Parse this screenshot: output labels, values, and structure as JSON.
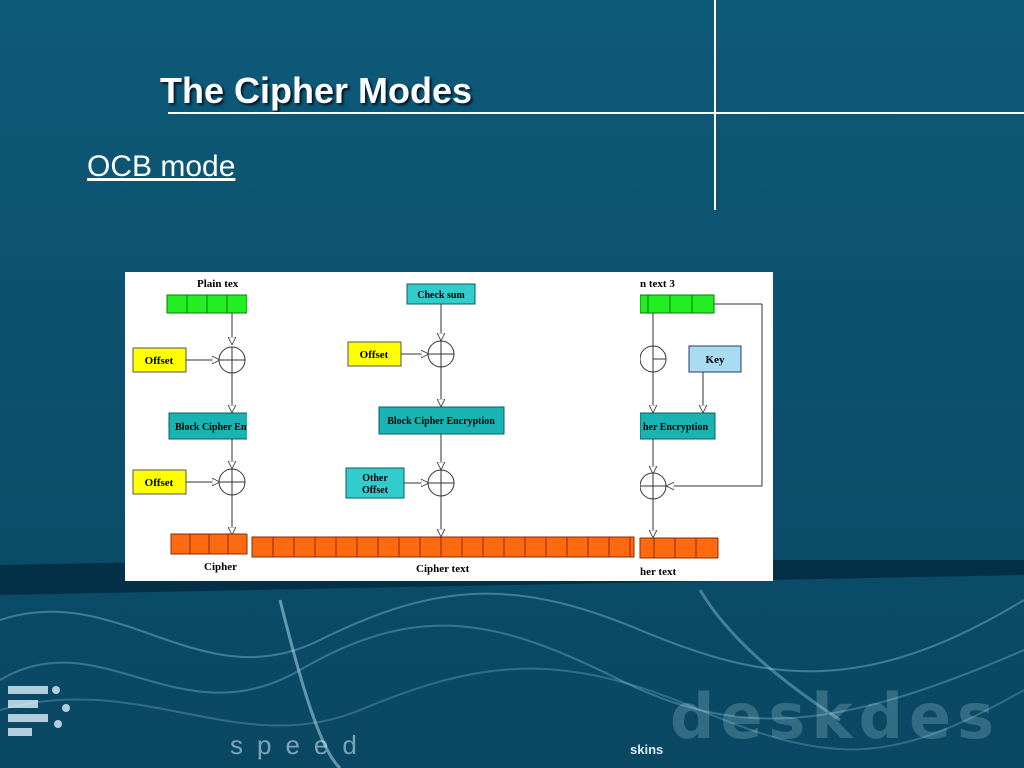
{
  "title": "The Cipher Modes",
  "subtitle": "OCB mode",
  "diagram": {
    "plain_text_left": "Plain tex",
    "plain_text_right": "n text 3",
    "checksum": "Check sum",
    "offset": "Offset",
    "block_cipher_left": "Block Cipher En",
    "block_cipher_center": "Block Cipher Encryption",
    "block_cipher_right": "her Encryption",
    "other_offset_line1": "Other",
    "other_offset_line2": "Offset",
    "key": "Key",
    "cipher_left": "Cipher",
    "cipher_center": "Cipher text",
    "cipher_right": "her text"
  },
  "background": {
    "brand": "deskdes",
    "skins": "skins",
    "speed": "speed"
  },
  "colors": {
    "background": "#0b4f6c",
    "plaintext_block": "#22ee22",
    "offset_box": "#ffff00",
    "cipher_box": "#19b3b3",
    "checksum_box": "#33cccc",
    "key_box": "#a7dcf2",
    "ciphertext_block": "#ff6a10"
  }
}
